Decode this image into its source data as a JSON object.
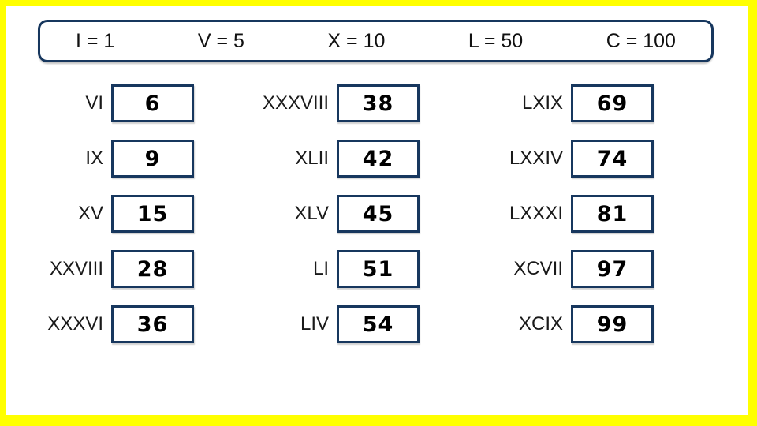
{
  "legend": {
    "items": [
      "I = 1",
      "V = 5",
      "X = 10",
      "L = 50",
      "C = 100"
    ]
  },
  "columns": [
    {
      "rows": [
        {
          "roman": "VI",
          "value": "6"
        },
        {
          "roman": "IX",
          "value": "9"
        },
        {
          "roman": "XV",
          "value": "15"
        },
        {
          "roman": "XXVIII",
          "value": "28"
        },
        {
          "roman": "XXXVI",
          "value": "36"
        }
      ]
    },
    {
      "rows": [
        {
          "roman": "XXXVIII",
          "value": "38"
        },
        {
          "roman": "XLII",
          "value": "42"
        },
        {
          "roman": "XLV",
          "value": "45"
        },
        {
          "roman": "LI",
          "value": "51"
        },
        {
          "roman": "LIV",
          "value": "54"
        }
      ]
    },
    {
      "rows": [
        {
          "roman": "LXIX",
          "value": "69"
        },
        {
          "roman": "LXXIV",
          "value": "74"
        },
        {
          "roman": "LXXXI",
          "value": "81"
        },
        {
          "roman": "XCVII",
          "value": "97"
        },
        {
          "roman": "XCIX",
          "value": "99"
        }
      ]
    }
  ],
  "colors": {
    "frame": "#FFFF00",
    "box_border": "#17375E",
    "background": "#FFFFFF",
    "text": "#1A1A1A"
  }
}
